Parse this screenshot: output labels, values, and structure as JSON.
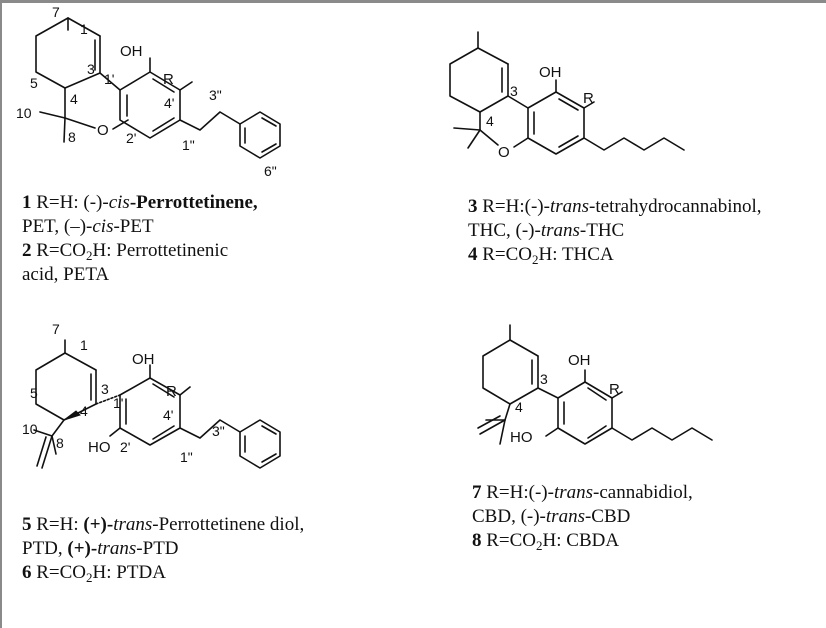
{
  "labels": {
    "oh": "OH",
    "r": "R",
    "ho": "HO",
    "o": "O",
    "n1": "1",
    "n3": "3",
    "n4": "4",
    "n5": "5",
    "n7": "7",
    "n8": "8",
    "n10": "10",
    "n1p": "1'",
    "n2p": "2'",
    "n4p": "4'",
    "n1pp": "1\"",
    "n3pp": "3\"",
    "n6pp": "6\""
  },
  "captions": {
    "c1": {
      "num": "1",
      "rest": " R=H: (-)-",
      "ital": "cis",
      "tail": "-Perrottetinene,"
    },
    "c1b": {
      "pre": "PET, (–)-",
      "ital": "cis",
      "tail": "-PET"
    },
    "c2": {
      "num": "2",
      "pre": " R=CO",
      "sub": "2",
      "tail": "H: Perrottetinenic"
    },
    "c2b": {
      "text": "acid, PETA"
    },
    "c3": {
      "num": "3",
      "rest": " R=H:(-)-",
      "ital": "trans",
      "tail": "-tetrahydrocannabinol,"
    },
    "c3b": {
      "pre": "THC, (-)-",
      "ital": "trans",
      "tail": "-THC"
    },
    "c4": {
      "num": "4",
      "pre": " R=CO",
      "sub": "2",
      "tail": "H: THCA"
    },
    "c5": {
      "num": "5",
      "rest": " R=H: ",
      "bold2": "(+)-",
      "ital": "trans",
      "tail": "-Perrottetinene diol,"
    },
    "c5b": {
      "pre": "PTD, ",
      "bold2": "(+)-",
      "ital": "trans",
      "tail": "-PTD"
    },
    "c6": {
      "num": "6",
      "pre": " R=CO",
      "sub": "2",
      "tail": "H: PTDA"
    },
    "c7": {
      "num": "7",
      "rest": " R=H:(-)-",
      "ital": "trans",
      "tail": "-cannabidiol,"
    },
    "c7b": {
      "pre": "CBD, (-)-",
      "ital": "trans",
      "tail": "-CBD"
    },
    "c8": {
      "num": "8",
      "pre": " R=CO",
      "sub": "2",
      "tail": "H: CBDA"
    }
  }
}
